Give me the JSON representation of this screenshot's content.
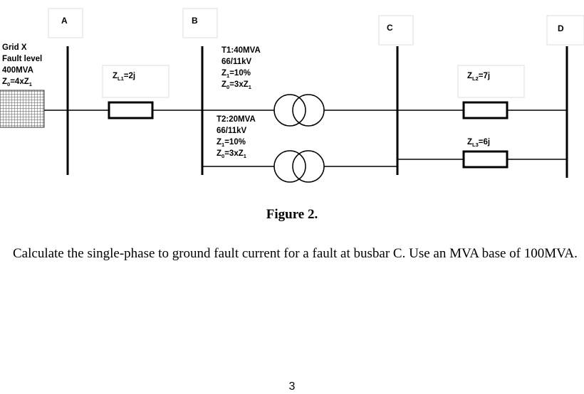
{
  "diagram": {
    "busbars": {
      "a": "A",
      "b": "B",
      "c": "C",
      "d": "D"
    },
    "grid": {
      "line1": "Grid X",
      "line2": "Fault level",
      "line3": "400MVA",
      "z0_prefix": "Z",
      "z0_sub": "0",
      "z0_mid": "=4xZ",
      "z0_sub2": "1"
    },
    "zl1": {
      "prefix": "Z",
      "sub": "L1",
      "suffix": "=2j"
    },
    "zl2": {
      "prefix": "Z",
      "sub": "L2",
      "suffix": "=7j"
    },
    "zl3": {
      "prefix": "Z",
      "sub": "L3",
      "suffix": "=6j"
    },
    "t1": {
      "line1": "T1:40MVA",
      "line2": "66/11kV",
      "z1_prefix": "Z",
      "z1_sub": "1",
      "z1_suffix": "=10%",
      "z0_prefix": "Z",
      "z0_sub": "0",
      "z0_mid": "=3xZ",
      "z0_sub2": "1"
    },
    "t2": {
      "line1": "T2:20MVA",
      "line2": "66/11kV",
      "z1_prefix": "Z",
      "z1_sub": "1",
      "z1_suffix": "=10%",
      "z0_prefix": "Z",
      "z0_sub": "0",
      "z0_mid": "=3xZ",
      "z0_sub2": "1"
    }
  },
  "caption": "Figure 2.",
  "question": "Calculate the single-phase to ground fault current for a fault at busbar C. Use an MVA base of 100MVA.",
  "page_number": "3"
}
